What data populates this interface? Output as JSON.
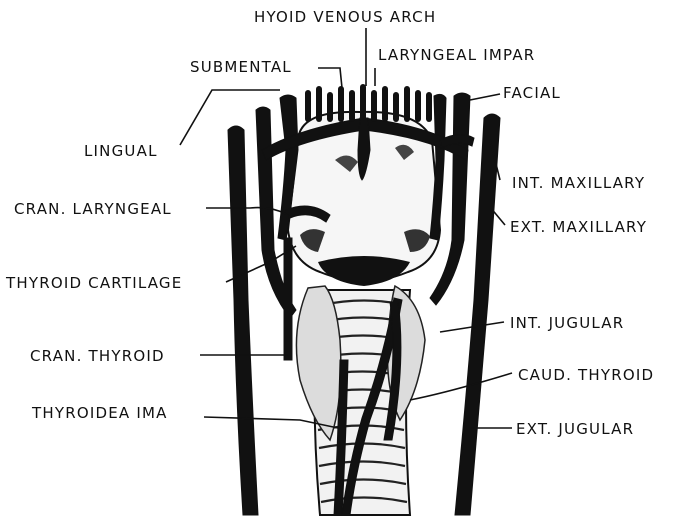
{
  "figure": {
    "labels": {
      "hyoid_venous_arch": "HYOID VENOUS ARCH",
      "submental": "SUBMENTAL",
      "laryngeal_impar": "LARYNGEAL IMPAR",
      "facial": "FACIAL",
      "lingual": "LINGUAL",
      "int_maxillary": "INT. MAXILLARY",
      "cran_laryngeal": "CRAN. LARYNGEAL",
      "ext_maxillary": "EXT. MAXILLARY",
      "thyroid_cartilage": "THYROID CARTILAGE",
      "int_jugular": "INT. JUGULAR",
      "cran_thyroid": "CRAN. THYROID",
      "caud_thyroid": "CAUD. THYROID",
      "thyroidea_ima": "THYROIDEA IMA",
      "ext_jugular": "EXT. JUGULAR"
    }
  }
}
